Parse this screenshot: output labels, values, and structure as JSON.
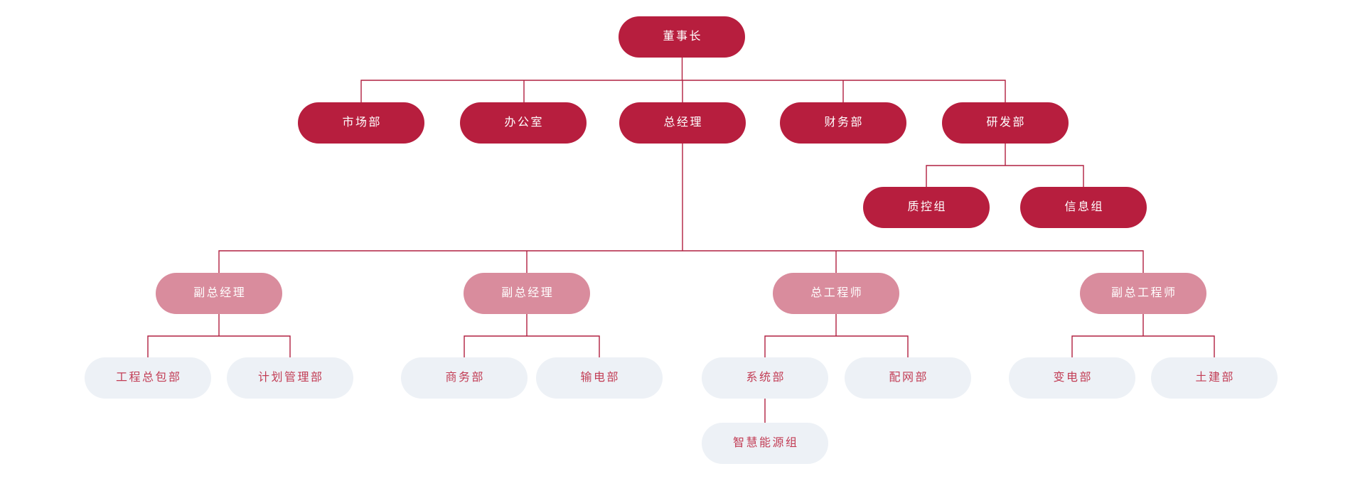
{
  "diagram": {
    "type": "org-chart",
    "nodes": [
      {
        "id": "chairman",
        "label": "董事长",
        "tier": "executive",
        "parent": null
      },
      {
        "id": "marketing",
        "label": "市场部",
        "tier": "executive",
        "parent": "chairman"
      },
      {
        "id": "office",
        "label": "办公室",
        "tier": "executive",
        "parent": "chairman"
      },
      {
        "id": "general-manager",
        "label": "总经理",
        "tier": "executive",
        "parent": "chairman"
      },
      {
        "id": "finance",
        "label": "财务部",
        "tier": "executive",
        "parent": "chairman"
      },
      {
        "id": "rnd",
        "label": "研发部",
        "tier": "executive",
        "parent": "chairman"
      },
      {
        "id": "quality-control",
        "label": "质控组",
        "tier": "executive",
        "parent": "rnd"
      },
      {
        "id": "information",
        "label": "信息组",
        "tier": "executive",
        "parent": "rnd"
      },
      {
        "id": "deputy-gm-1",
        "label": "副总经理",
        "tier": "management",
        "parent": "general-manager"
      },
      {
        "id": "deputy-gm-2",
        "label": "副总经理",
        "tier": "management",
        "parent": "general-manager"
      },
      {
        "id": "chief-engineer",
        "label": "总工程师",
        "tier": "management",
        "parent": "general-manager"
      },
      {
        "id": "deputy-chief-engineer",
        "label": "副总工程师",
        "tier": "management",
        "parent": "general-manager"
      },
      {
        "id": "epc",
        "label": "工程总包部",
        "tier": "department",
        "parent": "deputy-gm-1"
      },
      {
        "id": "planning",
        "label": "计划管理部",
        "tier": "department",
        "parent": "deputy-gm-1"
      },
      {
        "id": "business",
        "label": "商务部",
        "tier": "department",
        "parent": "deputy-gm-2"
      },
      {
        "id": "transmission",
        "label": "输电部",
        "tier": "department",
        "parent": "deputy-gm-2"
      },
      {
        "id": "systems",
        "label": "系统部",
        "tier": "department",
        "parent": "chief-engineer"
      },
      {
        "id": "distribution",
        "label": "配网部",
        "tier": "department",
        "parent": "chief-engineer"
      },
      {
        "id": "substation",
        "label": "变电部",
        "tier": "department",
        "parent": "deputy-chief-engineer"
      },
      {
        "id": "civil",
        "label": "土建部",
        "tier": "department",
        "parent": "deputy-chief-engineer"
      },
      {
        "id": "smart-energy",
        "label": "智慧能源组",
        "tier": "department",
        "parent": "systems"
      }
    ]
  },
  "colors": {
    "background": "#ffffff",
    "primary": "#b71e3e",
    "secondary": "#d98c9d",
    "tertiary_bg": "#edf1f6",
    "tertiary_text": "#c23d55",
    "connector": "#b12040"
  }
}
